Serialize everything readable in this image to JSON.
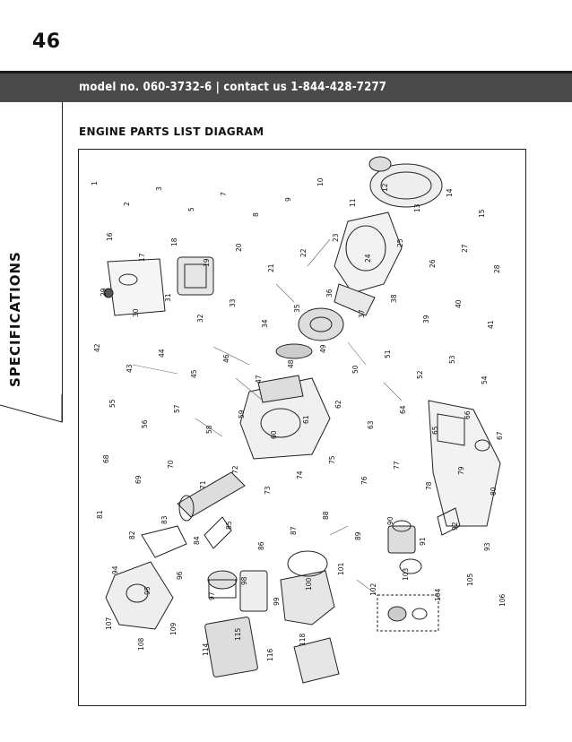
{
  "page_number": "46",
  "header": {
    "text": "model no. 060-3732-6  |  contact us 1-844-428-7277"
  },
  "section": {
    "label": "SPECIFICATIONS"
  },
  "diagram": {
    "title": "ENGINE PARTS LIST DIAGRAM",
    "callouts": [
      "1",
      "2",
      "3",
      "5",
      "7",
      "8",
      "9",
      "10",
      "11",
      "12",
      "13",
      "14",
      "15",
      "16",
      "17",
      "18",
      "19",
      "20",
      "21",
      "22",
      "23",
      "24",
      "25",
      "26",
      "27",
      "28",
      "29",
      "30",
      "31",
      "32",
      "33",
      "34",
      "35",
      "36",
      "37",
      "38",
      "39",
      "40",
      "41",
      "42",
      "43",
      "44",
      "45",
      "46",
      "47",
      "48",
      "49",
      "50",
      "51",
      "52",
      "53",
      "54",
      "55",
      "56",
      "57",
      "58",
      "59",
      "60",
      "61",
      "62",
      "63",
      "64",
      "65",
      "66",
      "67",
      "68",
      "69",
      "70",
      "71",
      "72",
      "73",
      "74",
      "75",
      "76",
      "77",
      "78",
      "79",
      "80",
      "81",
      "82",
      "83",
      "84",
      "85",
      "86",
      "87",
      "88",
      "89",
      "90",
      "91",
      "92",
      "93",
      "94",
      "95",
      "96",
      "97",
      "98",
      "99",
      "100",
      "101",
      "102",
      "103",
      "104",
      "105",
      "106",
      "107",
      "108",
      "109",
      "114",
      "115",
      "116",
      "118"
    ]
  }
}
